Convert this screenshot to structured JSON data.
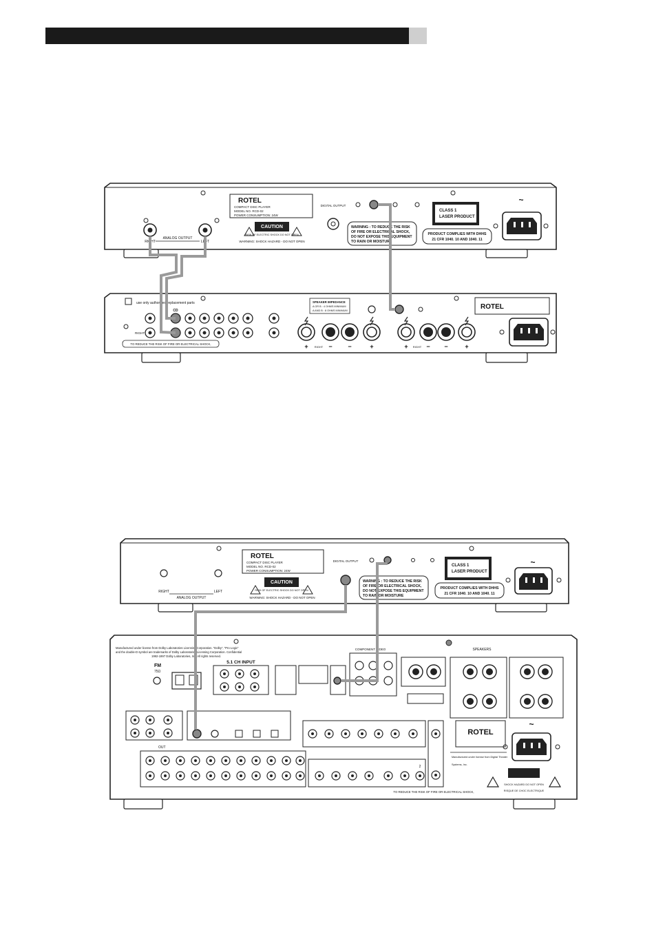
{
  "colors": {
    "chassis_stroke": "#222222",
    "cable": "#9a9a9a",
    "header_bar": "#1a1a1a",
    "header_tab": "#cfcfcf"
  },
  "figure1": {
    "cd_player": {
      "brand": "ROTEL",
      "label_lines": [
        "COMPACT DISC PLAYER",
        "MODEL NO. RCD-02",
        "POWER CONSUMPTION: 24W"
      ],
      "analog_output": "ANALOG OUTPUT",
      "right": "RIGHT",
      "left": "LEFT",
      "caution": "CAUTION",
      "caution_sub": "RISK OF ELECTRIC SHOCK DO NOT OPEN",
      "warning_shock": "WARNING: SHOCK HAZARD - DO NOT OPEN",
      "digital_output": "DIGITAL OUTPUT",
      "warning_lines": [
        "WARNING : TO REDUCE THE RISK",
        "OF FIRE OR ELECTRICAL SHOCK,",
        "DO NOT EXPOSE THIS EQUIPMENT",
        "TO RAIN OR MOISTURE"
      ],
      "laser_lines": [
        "CLASS 1",
        "LASER PRODUCT"
      ],
      "dhhs_lines": [
        "PRODUCT COMPLIES WITH DHHS",
        "21 CFR 1040. 10 AND 1040. 11"
      ],
      "ac_symbol": "~"
    },
    "amplifier": {
      "replacement_parts": "use only authorized replacement parts",
      "cd_label": "CD",
      "right": "RIGHT",
      "impedance_title": "SPEAKER IMPEDANCE",
      "impedance_lines": [
        "A OR B : 4 OHMS MINIMUM",
        "A AND B : 8 OHMS MINIMUM"
      ],
      "fire_warning": "TO REDUCE THE RISK OF FIRE OR ELECTRICAL SHOCK,",
      "brand": "ROTEL",
      "speaker_right": "RIGHT",
      "speaker_left": "RIGHT",
      "plus": "+",
      "minus": "−"
    }
  },
  "figure2": {
    "cd_player": {
      "brand": "ROTEL",
      "label_lines": [
        "COMPACT DISC PLAYER",
        "MODEL NO. RCD-02",
        "POWER CONSUMPTION: 24W"
      ],
      "right": "RIGHT",
      "analog_output": "ANALOG OUTPUT",
      "left": "LEFT",
      "caution": "CAUTION",
      "caution_sub": "RISK OF ELECTRIC SHOCK DO NOT OPEN",
      "warning_shock": "WARNING: SHOCK HAZARD - DO NOT OPEN",
      "digital_output": "DIGITAL OUTPUT",
      "warning_lines": [
        "WARNING : TO REDUCE THE RISK",
        "OF FIRE OR ELECTRICAL SHOCK,",
        "DO NOT EXPOSE THIS EQUIPMENT",
        "TO RAIN OR MOISTURE"
      ],
      "laser_lines": [
        "CLASS 1",
        "LASER PRODUCT"
      ],
      "dhhs_lines": [
        "PRODUCT COMPLIES WITH DHHS",
        "21 CFR 1040. 10 AND 1040. 11"
      ],
      "ac_symbol": "~"
    },
    "receiver": {
      "dolby_lines": [
        "Manufactured under license from Dolby Laboratories Licensing Corporation. \"Dolby\", \"Pro Logic\"",
        "and the double-D symbol are trademarks of Dolby Laboratories Licensing Corporation. Confidential",
        "1992-1997 Dolby Laboratories, Inc. All rights reserved."
      ],
      "fm": "FM",
      "fm_ohm": "75Ω",
      "input_51": "5.1 CH INPUT",
      "component_video": "COMPONENT VIDEO",
      "speakers": "SPEAKERS",
      "out": "OUT",
      "brand": "ROTEL",
      "dts_lines": [
        "Manufactured under license from Digital Theater",
        "Systems, Inc."
      ],
      "shock_lines": [
        "SHOCK HAZARD DO NOT OPEN",
        "RISQUE DE CHOC ELECTRIQUE"
      ],
      "fire_warning": "TO REDUCE THE RISK OF FIRE OR ELECTRICAL SHOCK,",
      "ac_symbol": "~",
      "two": "2"
    }
  }
}
